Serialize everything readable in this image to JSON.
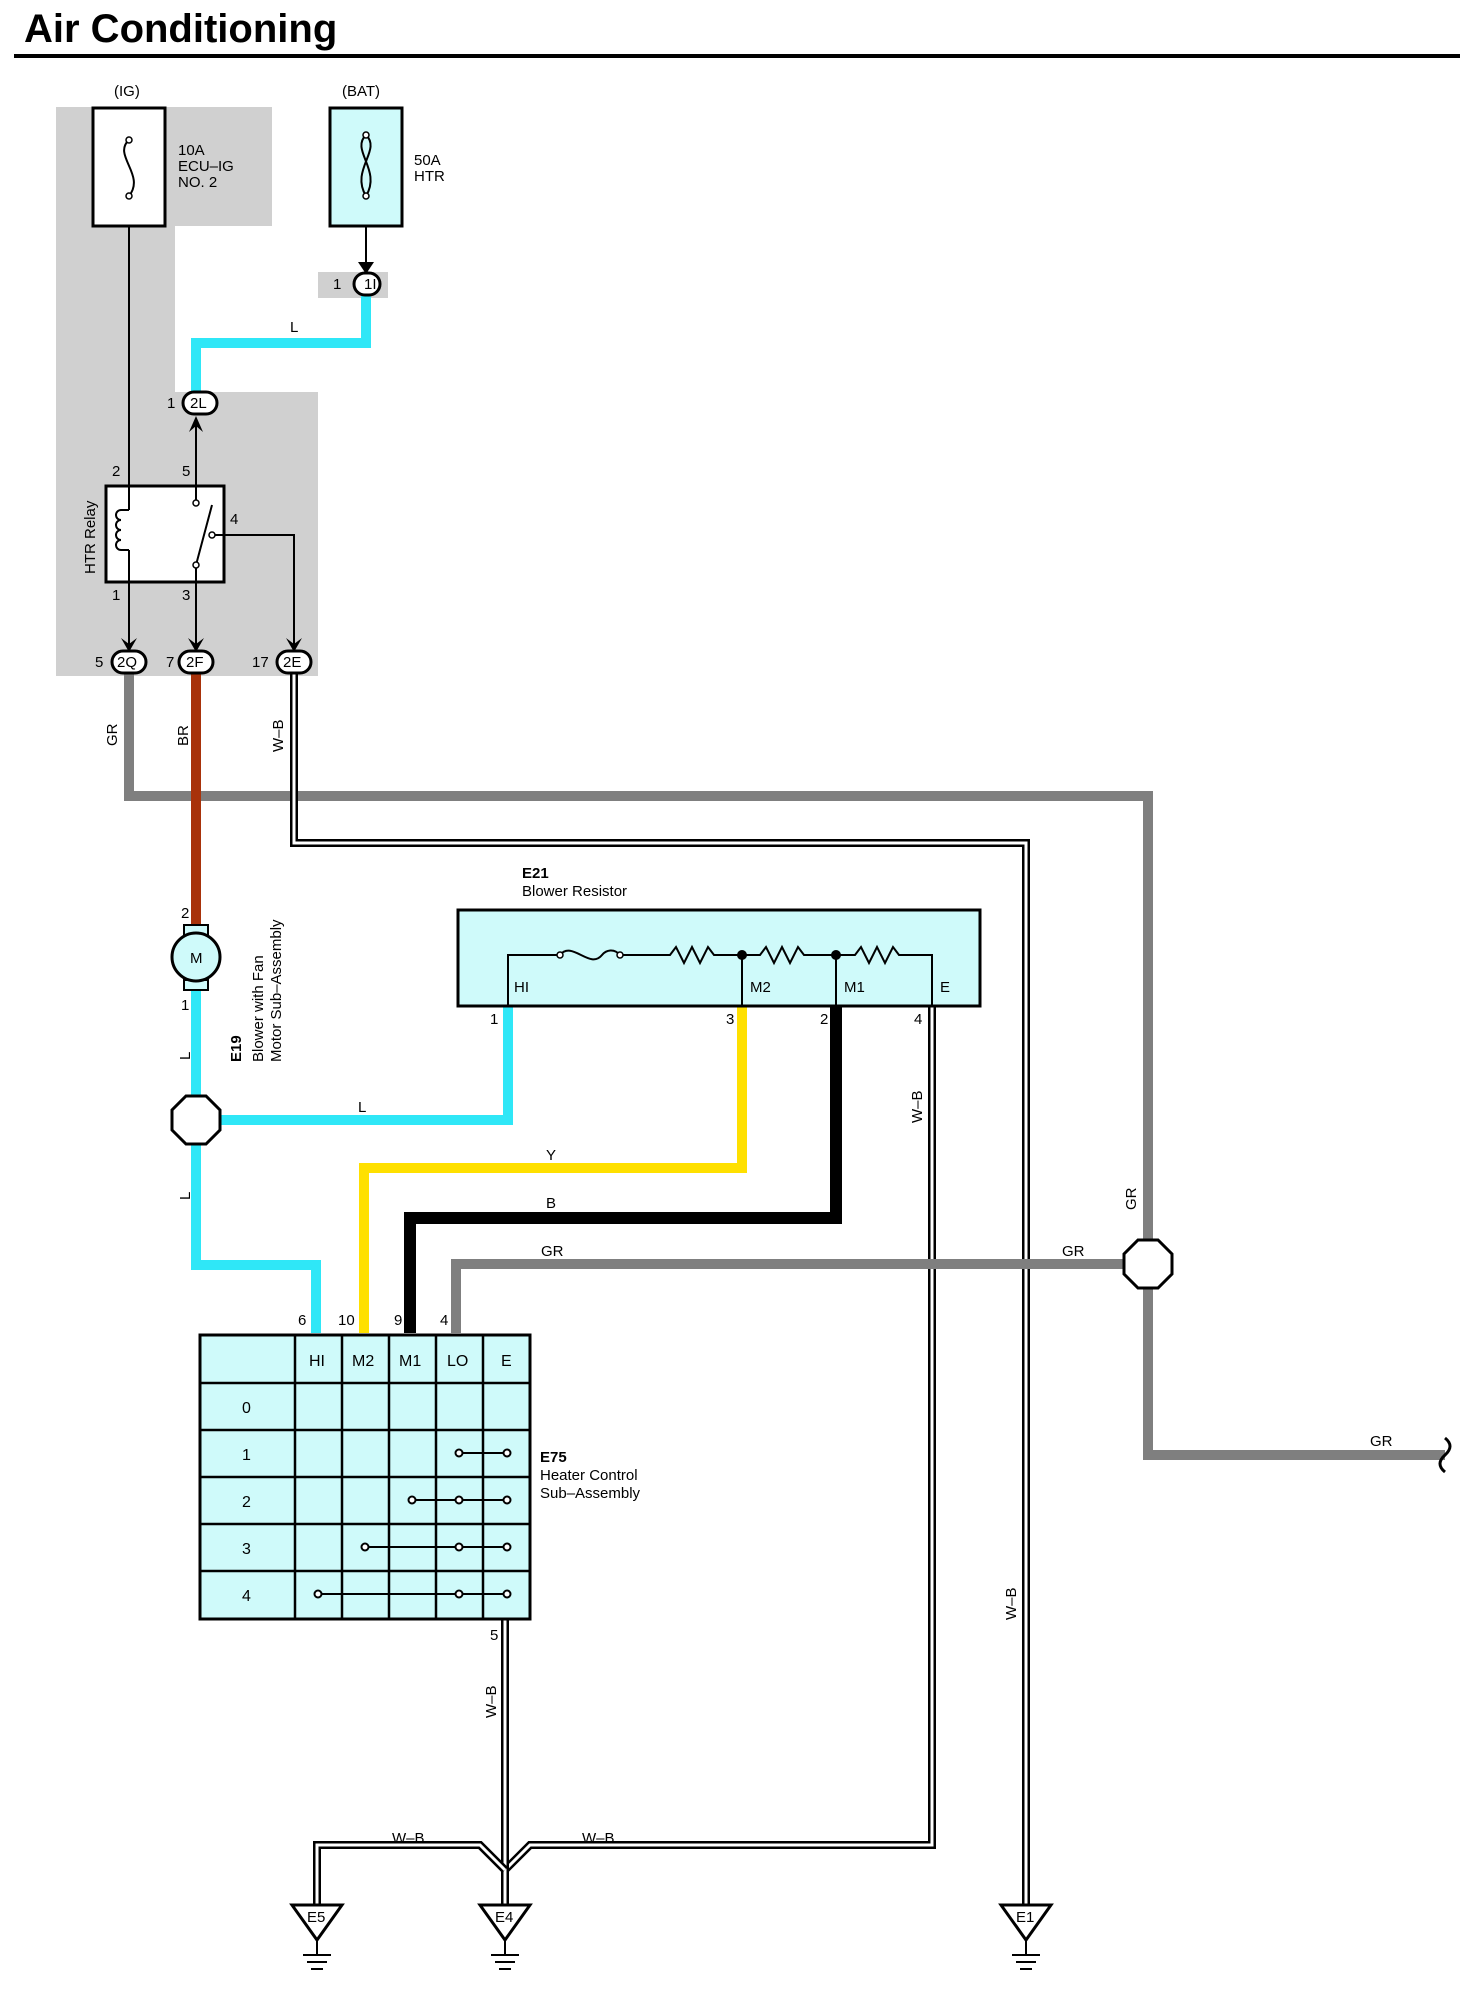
{
  "title": "Air Conditioning",
  "colors": {
    "cyan_wire": "#2fe7f7",
    "brown_wire": "#a8320a",
    "gray_wire": "#7f7f7f",
    "yellow_wire": "#ffe000",
    "black_wire": "#000000",
    "component_fill": "#cffafa",
    "junction_gray": "#d0d0d0"
  },
  "power": {
    "ig_label": "(IG)",
    "bat_label": "(BAT)",
    "fuse_ig": [
      "10A",
      "ECU–IG",
      "NO. 2"
    ],
    "fuse_htr": [
      "50A",
      "HTR"
    ]
  },
  "connectors": {
    "c1I": {
      "pin": "1",
      "name": "1I"
    },
    "c2L": {
      "pin": "1",
      "name": "2L"
    },
    "c2Q": {
      "pin": "5",
      "name": "2Q"
    },
    "c2F": {
      "pin": "7",
      "name": "2F"
    },
    "c2E": {
      "pin": "17",
      "name": "2E"
    }
  },
  "relay": {
    "name": "HTR Relay",
    "pins": {
      "p2": "2",
      "p5": "5",
      "p4": "4",
      "p1": "1",
      "p3": "3"
    }
  },
  "wires": {
    "L": "L",
    "GR": "GR",
    "BR": "BR",
    "WB": "W–B",
    "Y": "Y",
    "B": "B"
  },
  "blower": {
    "code": "E19",
    "name_lines": [
      "Blower with Fan",
      "Motor Sub–Assembly"
    ],
    "symbol": "M",
    "pin_top": "2",
    "pin_bottom": "1"
  },
  "resistor": {
    "code": "E21",
    "name": "Blower Resistor",
    "terminals": [
      "HI",
      "M2",
      "M1",
      "E"
    ],
    "pins": [
      "1",
      "3",
      "2",
      "4"
    ]
  },
  "heater_control": {
    "code": "E75",
    "name_lines": [
      "Heater Control",
      "Sub–Assembly"
    ],
    "columns": [
      "HI",
      "M2",
      "M1",
      "LO",
      "E"
    ],
    "pins": [
      "6",
      "10",
      "9",
      "4"
    ],
    "rows": [
      "0",
      "1",
      "2",
      "3",
      "4"
    ],
    "ground_pin": "5"
  },
  "grounds": [
    "E5",
    "E4",
    "E1"
  ]
}
